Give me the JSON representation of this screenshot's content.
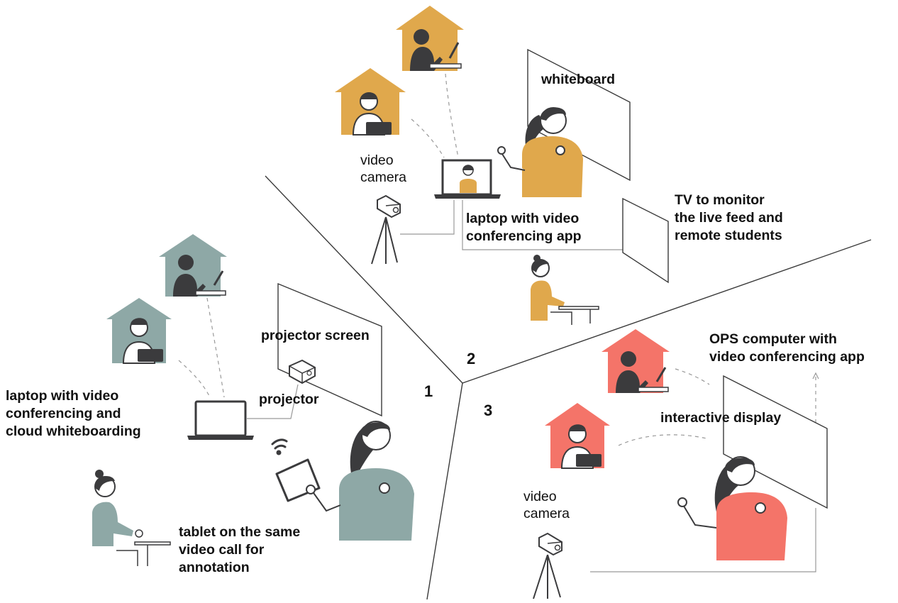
{
  "colors": {
    "line": "#3a3a3a",
    "dark": "#3b3b3d",
    "skin": "#ffffff",
    "setup1": "#8ea8a6",
    "setup2": "#e0a84c",
    "setup3": "#f47469"
  },
  "regions": [
    {
      "number": "1"
    },
    {
      "number": "2"
    },
    {
      "number": "3"
    }
  ],
  "setup2": {
    "whiteboard": "whiteboard",
    "camera": "video\ncamera",
    "laptop": "laptop with video\nconferencing app",
    "tv": "TV to monitor\nthe live feed and\nremote students"
  },
  "setup1": {
    "projector_screen": "projector screen",
    "projector": "projector",
    "laptop": "laptop with video\nconferencing and\ncloud whiteboarding",
    "tablet": "tablet on the same\nvideo call for\nannotation"
  },
  "setup3": {
    "ops": "OPS computer with\nvideo conferencing app",
    "display": "interactive display",
    "camera": "video\ncamera"
  },
  "icons": [
    "house-icon",
    "person-icon",
    "laptop-icon",
    "camera-icon",
    "tripod-icon",
    "projector-icon",
    "tablet-icon",
    "wifi-icon",
    "screen-icon"
  ]
}
